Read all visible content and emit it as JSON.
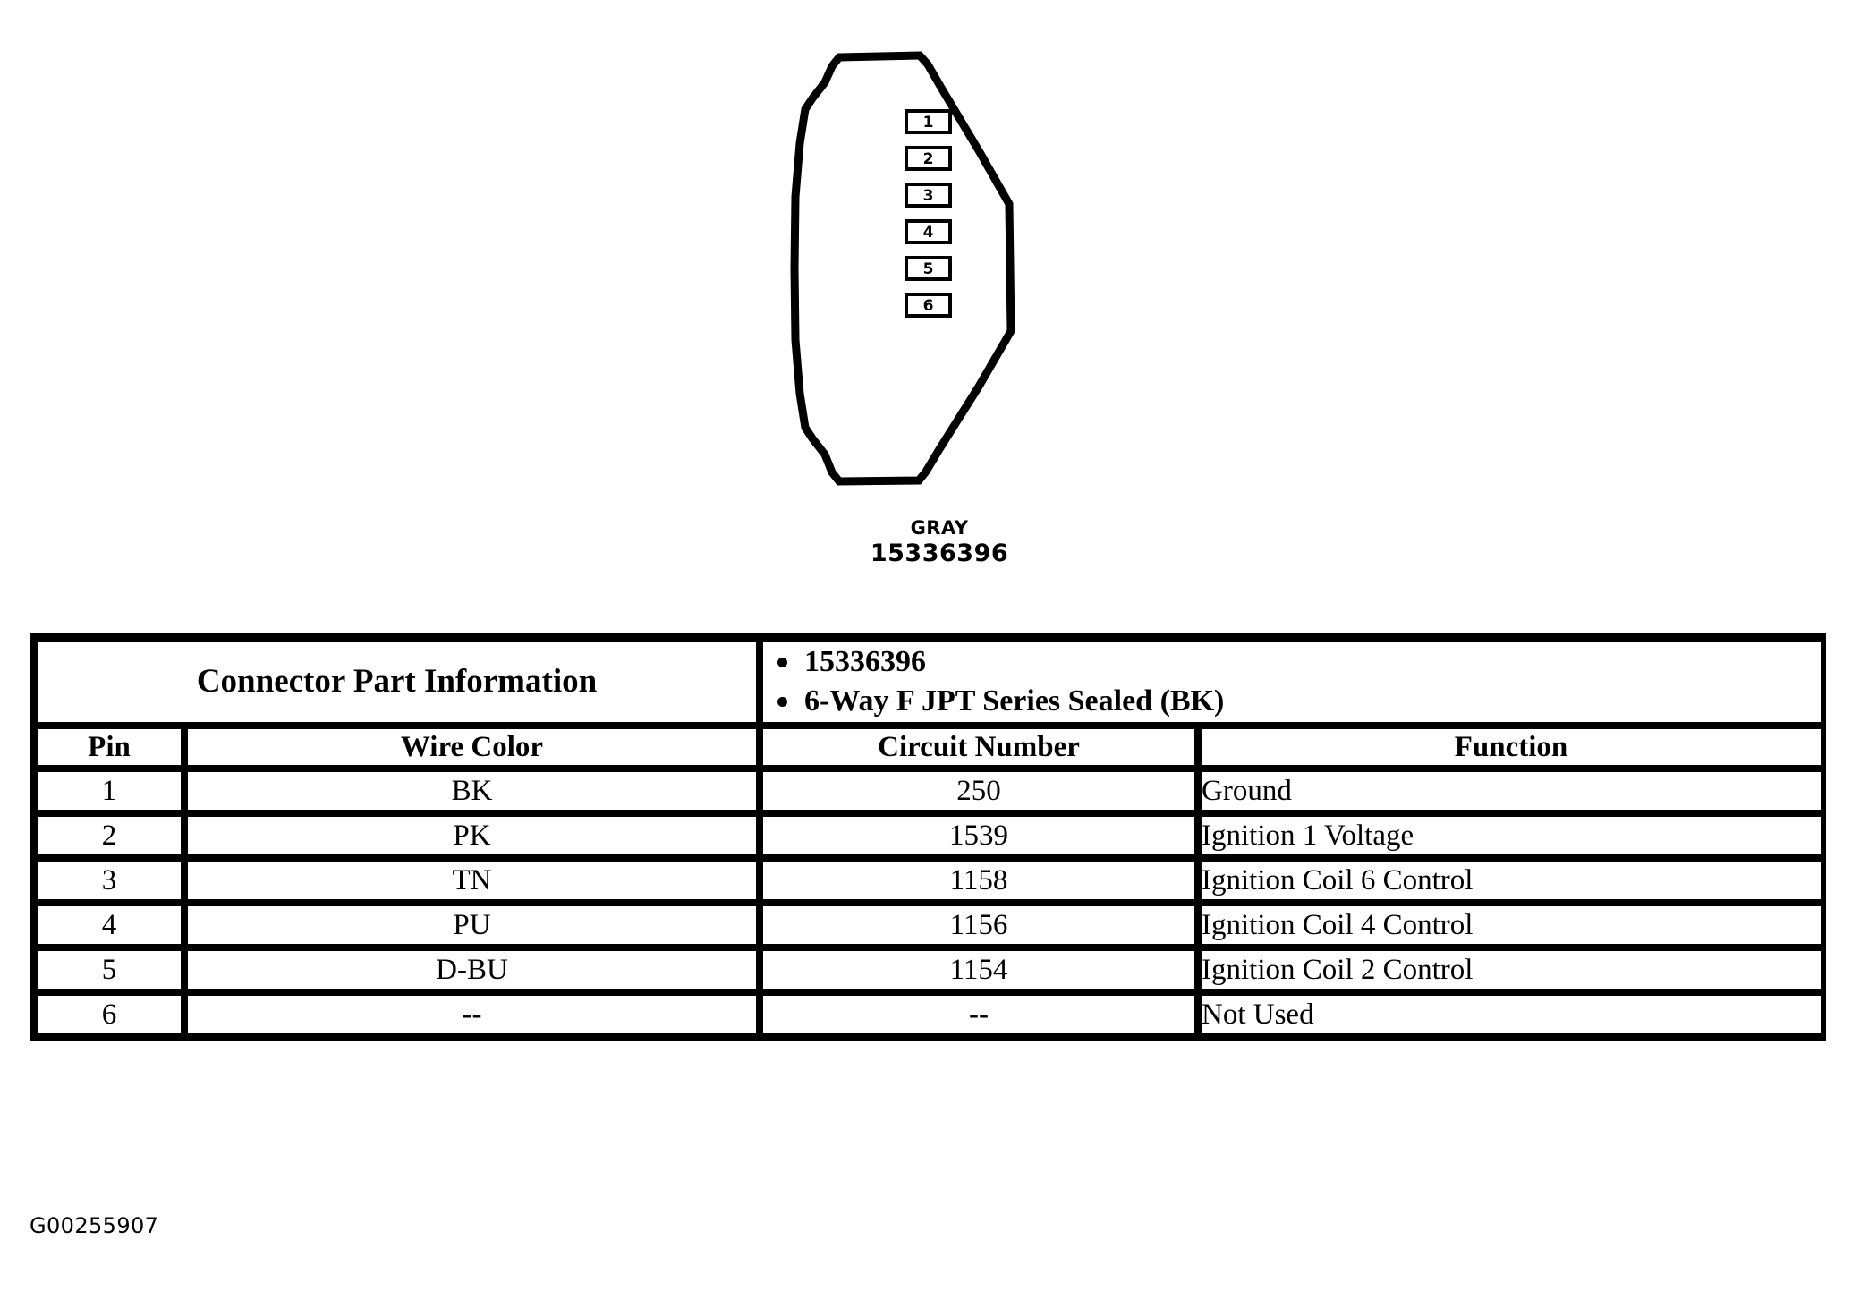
{
  "diagram": {
    "name": "connector-face-view",
    "pins": [
      "1",
      "2",
      "3",
      "4",
      "5",
      "6"
    ],
    "caption_color": "GRAY",
    "caption_part_number": "15336396",
    "outline_color": "#000000"
  },
  "table": {
    "header": {
      "title": "Connector Part Information",
      "bullets": [
        "15336396",
        "6-Way F JPT Series Sealed (BK)"
      ]
    },
    "columns": [
      "Pin",
      "Wire Color",
      "Circuit Number",
      "Function"
    ],
    "rows": [
      {
        "pin": "1",
        "wire_color": "BK",
        "circuit_number": "250",
        "function": "Ground"
      },
      {
        "pin": "2",
        "wire_color": "PK",
        "circuit_number": "1539",
        "function": "Ignition 1 Voltage"
      },
      {
        "pin": "3",
        "wire_color": "TN",
        "circuit_number": "1158",
        "function": "Ignition Coil 6 Control"
      },
      {
        "pin": "4",
        "wire_color": "PU",
        "circuit_number": "1156",
        "function": "Ignition Coil 4 Control"
      },
      {
        "pin": "5",
        "wire_color": "D-BU",
        "circuit_number": "1154",
        "function": "Ignition Coil 2 Control"
      },
      {
        "pin": "6",
        "wire_color": "--",
        "circuit_number": "--",
        "function": "Not Used"
      }
    ]
  },
  "figure_id": "G00255907"
}
